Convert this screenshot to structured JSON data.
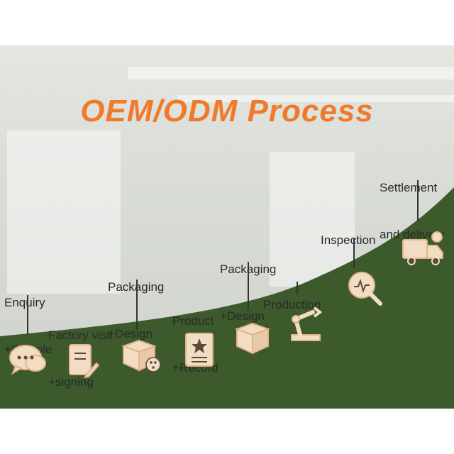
{
  "title": "OEM/ODM Process",
  "steps": [
    {
      "line1": "Enquiry",
      "line2": "+Sample",
      "icon": "chat-bubbles-icon"
    },
    {
      "line1": "Factory visit",
      "line2": "+signing",
      "icon": "document-pen-icon"
    },
    {
      "line1": "Packaging",
      "line2": "+Design",
      "icon": "box-palette-icon"
    },
    {
      "line1": "Product",
      "line2": "+Record",
      "icon": "certificate-icon"
    },
    {
      "line1": "Packaging",
      "line2": "+Design",
      "icon": "box-icon"
    },
    {
      "line1": "Production",
      "line2": "",
      "icon": "robot-arm-icon"
    },
    {
      "line1": "Inspection",
      "line2": "",
      "icon": "magnifier-icon"
    },
    {
      "line1": "Settlement",
      "line2": "and delivery",
      "icon": "delivery-truck-icon"
    }
  ],
  "colors": {
    "accent": "#f07a2c",
    "green": "#3c5a2b",
    "icon_fill": "#f3dcc4",
    "icon_stroke": "#e0b48a"
  }
}
